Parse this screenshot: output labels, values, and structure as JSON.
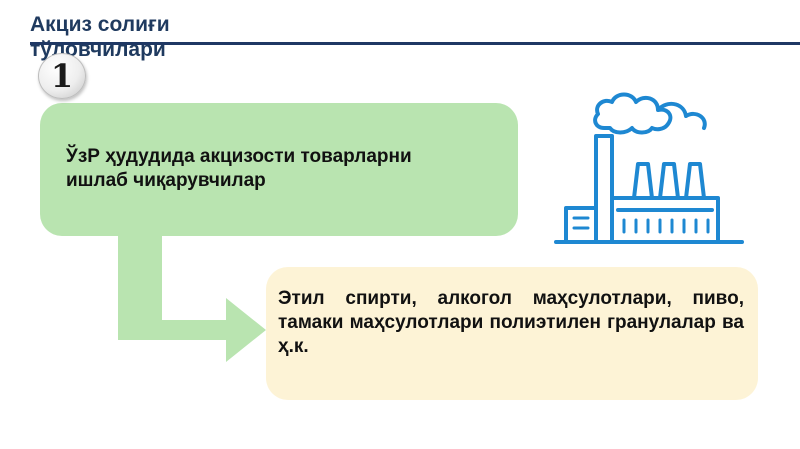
{
  "header": {
    "title": "Акциз солиғи тўловчилари",
    "step_number": "1"
  },
  "producers_box": {
    "text": "ЎзР ҳудудида акцизости товарларни ишлаб чиқарувчилар"
  },
  "products_box": {
    "text": "Этил спирти, алкогол маҳсулотлари, пиво, тамаки маҳсулотлари полиэтилен гранулалар ва ҳ.к."
  },
  "colors": {
    "title": "#1f3a5f",
    "rule": "#1f3864",
    "green_box": "#b9e4b0",
    "yellow_box": "#fdf3d6",
    "icon": "#1e88d2"
  },
  "icons": {
    "badge": "number-1-badge",
    "factory": "factory-icon",
    "connector": "bent-arrow"
  }
}
